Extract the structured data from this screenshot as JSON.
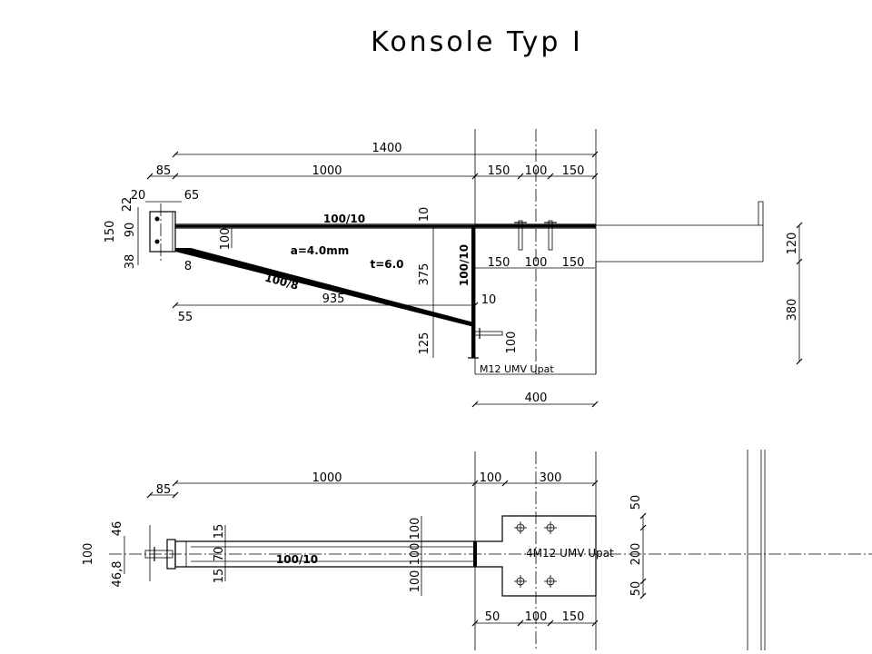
{
  "title": "Konsole Typ I",
  "elevation": {
    "dims": {
      "d1400": "1400",
      "d85": "85",
      "d1000": "1000",
      "d150a": "150",
      "d100a": "100",
      "d150b": "150",
      "d20": "20",
      "d65": "65",
      "d22": "22",
      "d150v": "150",
      "d90": "90",
      "d38": "38",
      "d8": "8",
      "d100v": "100",
      "d10top": "10",
      "d375": "375",
      "d125": "125",
      "d935": "935",
      "d55": "55",
      "d10r": "10",
      "d150c": "150",
      "d100c": "100",
      "d150d": "150",
      "d100bolt": "100",
      "d400": "400",
      "d120": "120",
      "d380": "380"
    },
    "labels": {
      "top_beam": "100/10",
      "weld": "a=4.0mm",
      "plate": "t=6.0",
      "post": "100/10",
      "strut": "100/8",
      "anchor": "M12  UMV  Upat"
    }
  },
  "plan": {
    "dims": {
      "d1000": "1000",
      "d85": "85",
      "d100a": "100",
      "d300": "300",
      "d46": "46",
      "d100": "100",
      "d46_8": "46,8",
      "d15a": "15",
      "d70": "70",
      "d15b": "15",
      "d100r1": "100",
      "d100r2": "100",
      "d100r3": "100",
      "d50a": "50",
      "d200": "200",
      "d50b": "50",
      "d50c": "50",
      "d100b": "100",
      "d150": "150"
    },
    "labels": {
      "beam": "100/10",
      "anchors": "4M12  UMV  Upat"
    }
  }
}
